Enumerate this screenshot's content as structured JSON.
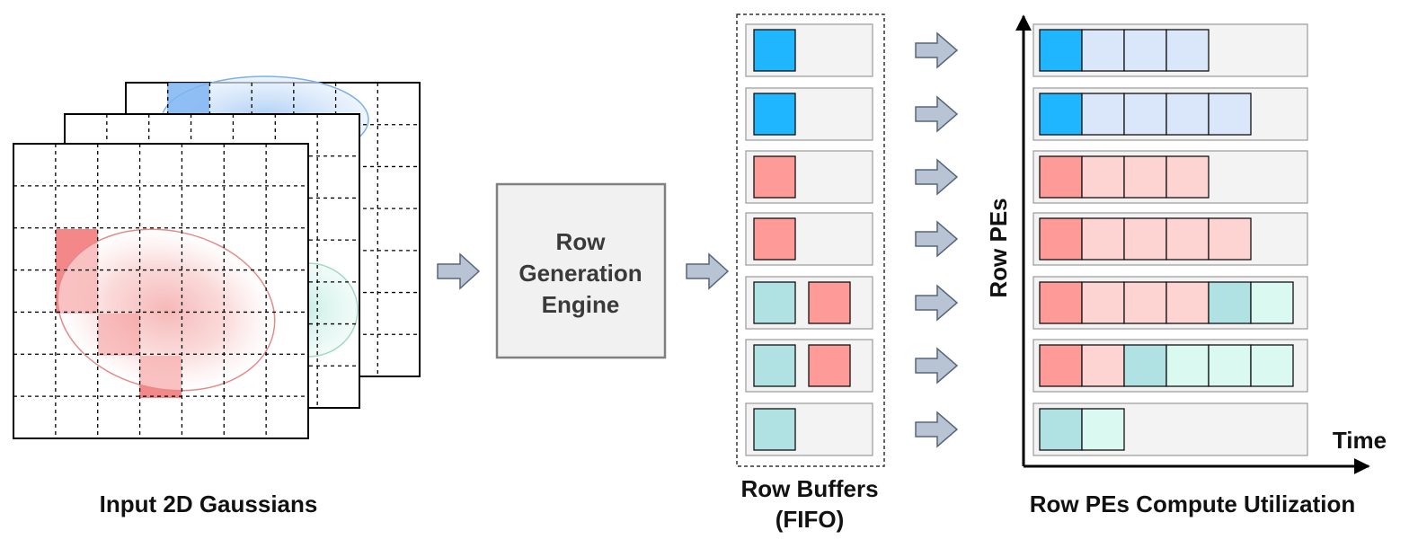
{
  "labels": {
    "input_caption": "Input 2D Gaussians",
    "engine_line1": "Row",
    "engine_line2": "Generation",
    "engine_line3": "Engine",
    "buffers_caption_line1": "Row Buffers",
    "buffers_caption_line2": "(FIFO)",
    "y_axis": "Row PEs",
    "x_axis": "Time",
    "utilization_caption": "Row PEs Compute Utilization"
  },
  "colors": {
    "blue_dark": "#1fb6ff",
    "blue_light": "#dae7fb",
    "red_dark": "#fe9b98",
    "red_light": "#fed4d2",
    "teal_dark": "#b0e1e3",
    "teal_light": "#daf9f1",
    "arrow_fill": "#b8c4d3",
    "arrow_stroke": "#56677a",
    "panel_fill": "#f3f3f3",
    "panel_stroke": "#9a9a9a",
    "engine_fill": "#f1f1f1",
    "engine_stroke": "#808080"
  },
  "buffers": [
    [
      "blue"
    ],
    [
      "blue"
    ],
    [
      "red"
    ],
    [
      "red"
    ],
    [
      "teal",
      "red"
    ],
    [
      "teal",
      "red"
    ],
    [
      "teal"
    ]
  ],
  "utilization": [
    [
      "blue_dark",
      "blue_light",
      "blue_light",
      "blue_light"
    ],
    [
      "blue_dark",
      "blue_light",
      "blue_light",
      "blue_light",
      "blue_light"
    ],
    [
      "red_dark",
      "red_light",
      "red_light",
      "red_light"
    ],
    [
      "red_dark",
      "red_light",
      "red_light",
      "red_light",
      "red_light"
    ],
    [
      "red_dark",
      "red_light",
      "red_light",
      "red_light",
      "teal_dark",
      "teal_light"
    ],
    [
      "red_dark",
      "red_light",
      "teal_dark",
      "teal_light",
      "teal_light",
      "teal_light"
    ],
    [
      "teal_dark",
      "teal_light"
    ]
  ]
}
